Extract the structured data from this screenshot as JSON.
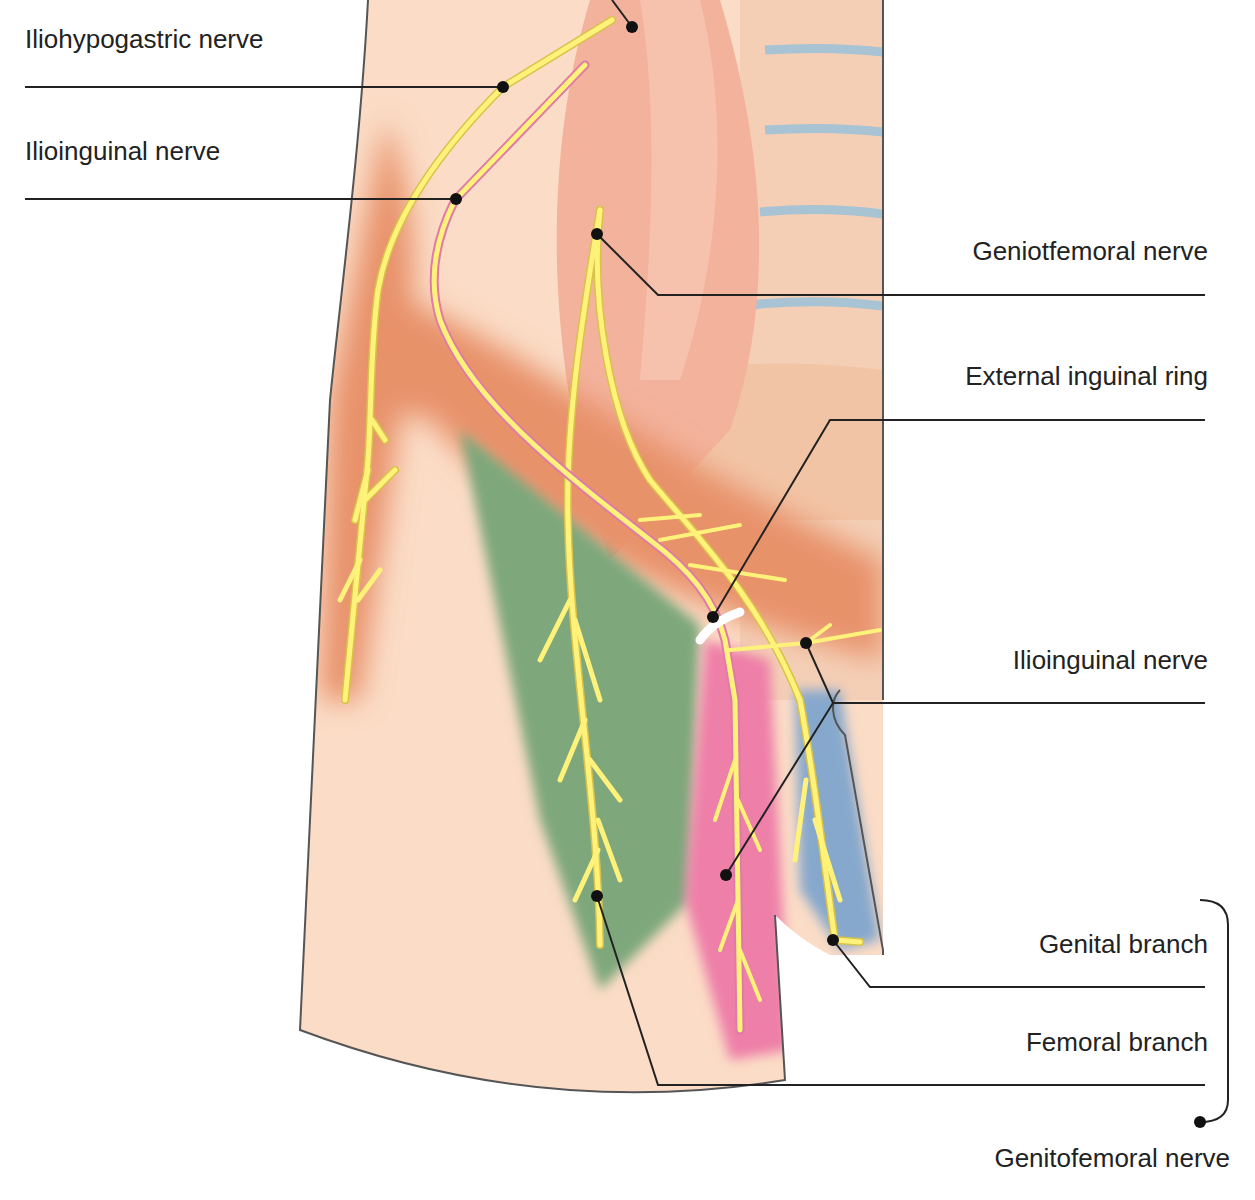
{
  "diagram": {
    "labels": [
      "Iliohypogastric nerve",
      "Ilioinguinal nerve",
      "Geniotfemoral nerve",
      "External inguinal ring",
      "Ilioinguinal nerve",
      "Genital branch",
      "Femoral branch",
      "Genitofemoral nerve"
    ]
  }
}
